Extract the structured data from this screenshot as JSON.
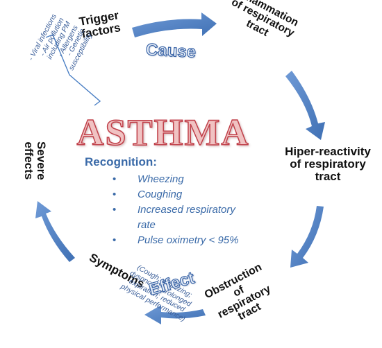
{
  "title": "ASTHMA",
  "phases": {
    "cause": "Cause",
    "effect": "Effect"
  },
  "nodes": {
    "trigger": [
      "Trigger",
      "factors"
    ],
    "inflammation": [
      "Inflammation",
      "of respiratory",
      "tract"
    ],
    "hyper": [
      "Hiper-reactivity",
      "of respiratory",
      "tract"
    ],
    "obstruction": [
      "Obstruction",
      "of",
      "respiratory",
      "tract"
    ],
    "symptoms": "Symptoms",
    "severe": [
      "Severe",
      "effects"
    ]
  },
  "trigger_details": [
    "- Viral infections",
    "- Air pollution",
    "including PM",
    "- Allergens",
    "- Genetic",
    "susceptibility"
  ],
  "symptoms_details": [
    "(Cough; wheezing;",
    "dyspnoea; prolonged",
    "expiration; reduced",
    "physical performance)"
  ],
  "recognition": {
    "heading": "Recognition:",
    "items": [
      "Wheezing",
      "Coughing",
      "Increased respiratory rate",
      "Pulse oximetry < 95%"
    ]
  },
  "colors": {
    "arrow": "#4a7fc4",
    "title_fill": "#f0c2c2",
    "title_stroke": "#c0404a",
    "text_blue": "#3a6aa8"
  }
}
